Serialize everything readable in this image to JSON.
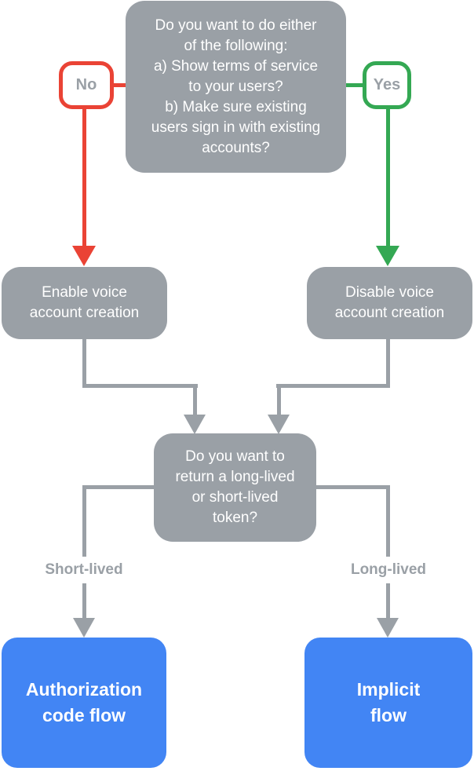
{
  "colors": {
    "gray": "#9AA0A6",
    "red": "#EA4335",
    "green": "#34A853",
    "blue": "#4285F4",
    "label-text": "#9AA0A6",
    "node-text": "#FFFFFF",
    "bg": "#FFFFFF"
  },
  "nodes": {
    "question_top": "Do you want to do either\nof the following:\na) Show terms of service\nto your users?\nb) Make sure existing\nusers sign in with existing\naccounts?",
    "no_label": "No",
    "yes_label": "Yes",
    "enable_box": "Enable voice\naccount creation",
    "disable_box": "Disable voice\naccount creation",
    "question_token": "Do you want to\nreturn a long-lived\nor short-lived\ntoken?",
    "short_lived_label": "Short-lived",
    "long_lived_label": "Long-lived",
    "auth_code_box": "Authorization\ncode flow",
    "implicit_box": "Implicit\nflow"
  }
}
